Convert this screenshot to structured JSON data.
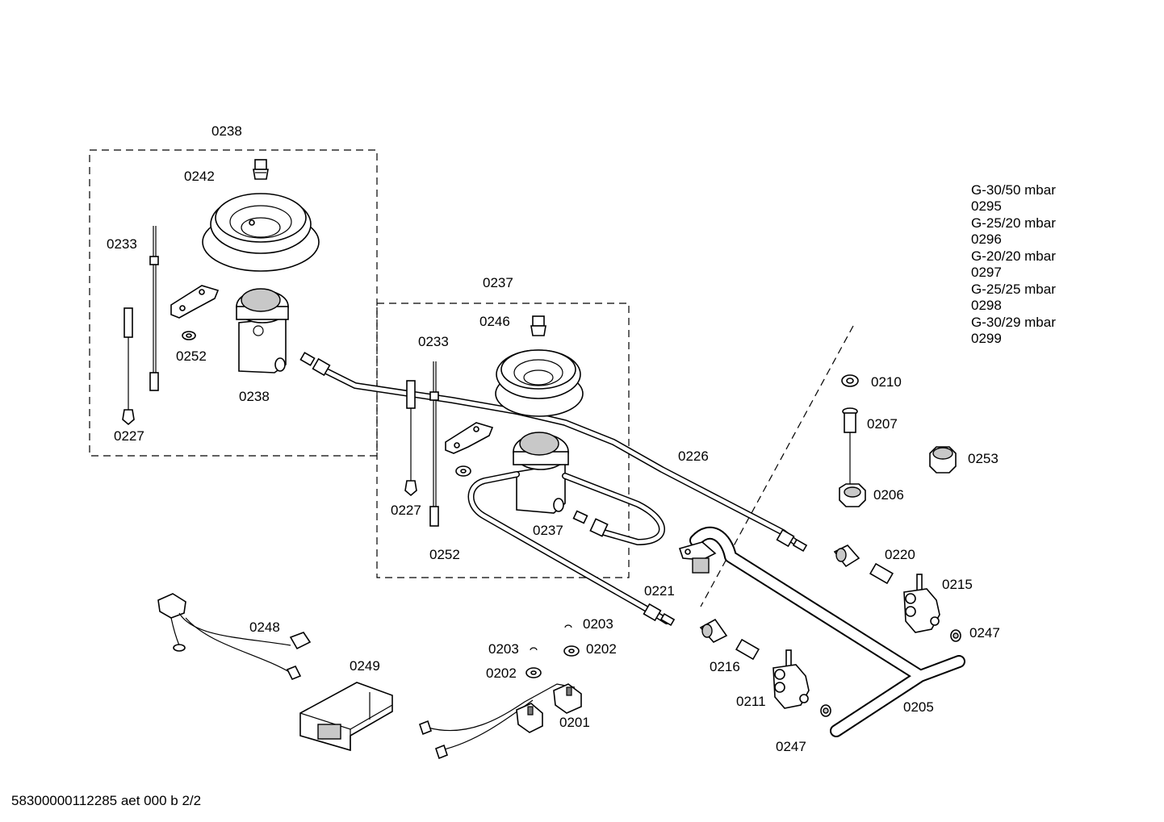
{
  "labels": {
    "l0238_top": "0238",
    "l0242": "0242",
    "l0233_a": "0233",
    "l0252_a": "0252",
    "l0238_b": "0238",
    "l0227_a": "0227",
    "l0237_top": "0237",
    "l0246": "0246",
    "l0233_b": "0233",
    "l0227_b": "0227",
    "l0252_b": "0252",
    "l0237_b": "0237",
    "l0226": "0226",
    "l0221": "0221",
    "l0210": "0210",
    "l0207": "0207",
    "l0206": "0206",
    "l0253": "0253",
    "l0220": "0220",
    "l0215": "0215",
    "l0247_a": "0247",
    "l0216": "0216",
    "l0211": "0211",
    "l0247_b": "0247",
    "l0205": "0205",
    "l0203_a": "0203",
    "l0202_a": "0202",
    "l0203_b": "0203",
    "l0202_b": "0202",
    "l0201": "0201",
    "l0248": "0248",
    "l0249": "0249"
  },
  "gas_legend": [
    "G-30/50 mbar",
    "0295",
    "G-25/20 mbar",
    "0296",
    "G-20/20 mbar",
    "0297",
    "G-25/25 mbar",
    "0298",
    "G-30/29 mbar",
    "0299"
  ],
  "footer": {
    "drawing_code": "58300000112285 aet 000 b 2/2"
  }
}
